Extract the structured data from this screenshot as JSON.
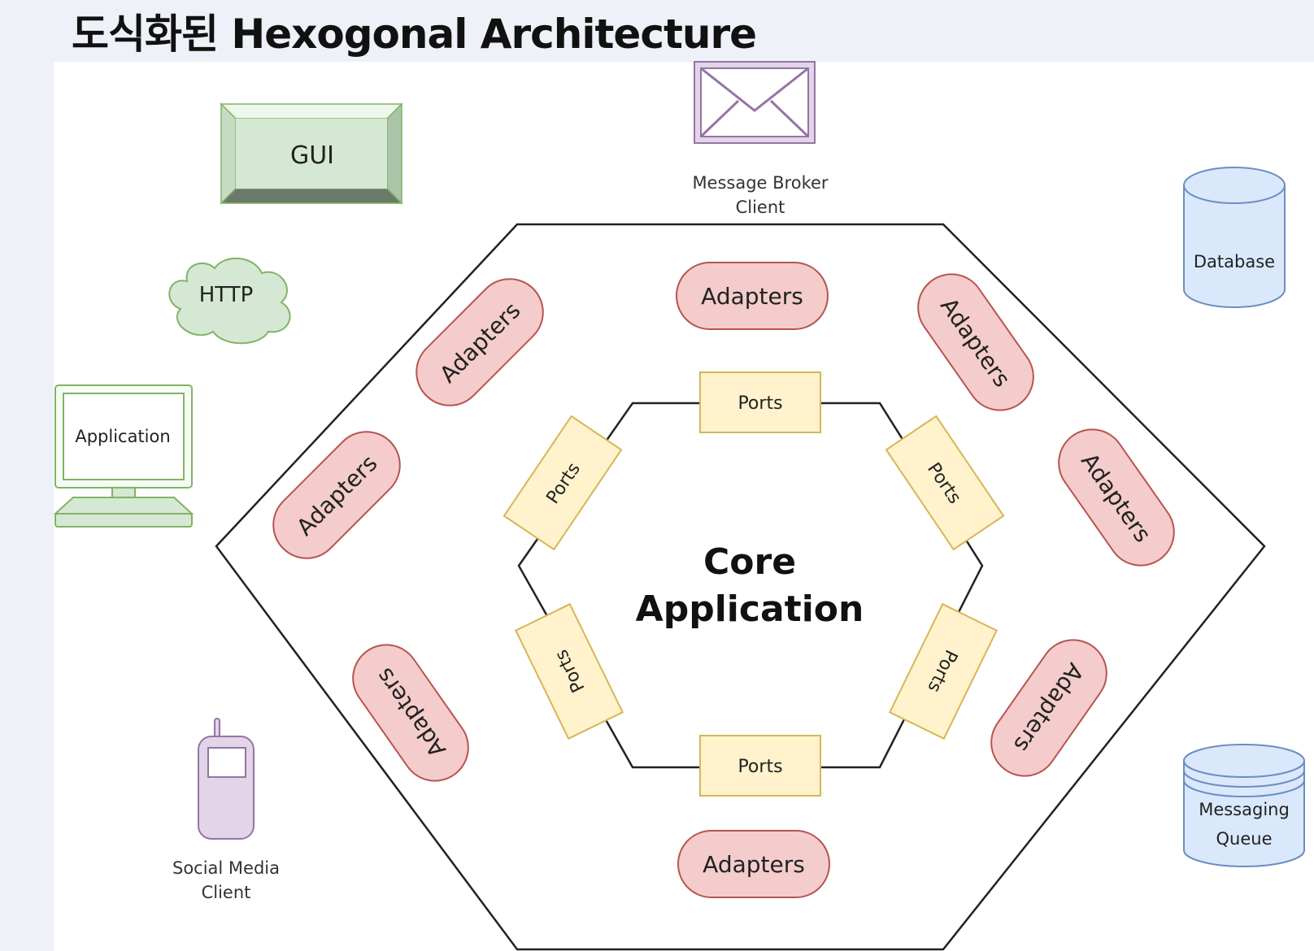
{
  "slide": {
    "title": "도식화된 Hexogonal Architecture"
  },
  "diagram": {
    "core_label_line1": "Core",
    "core_label_line2": "Application",
    "adapter_label": "Adapters",
    "port_label": "Ports",
    "externals": {
      "gui": "GUI",
      "http": "HTTP",
      "application": "Application",
      "social_line1": "Social Media",
      "social_line2": "Client",
      "broker_line1": "Message Broker",
      "broker_line2": "Client",
      "database": "Database",
      "queue_line1": "Messaging",
      "queue_line2": "Queue"
    },
    "colors": {
      "adapter_fill": "#f4cccc",
      "adapter_stroke": "#b85450",
      "port_fill": "#fff2cc",
      "port_stroke": "#d6b656",
      "gui_fill": "#d5e8d4",
      "gui_stroke": "#82b366",
      "purple_fill": "#e1d5e7",
      "purple_stroke": "#9673a6",
      "blue_fill": "#dae8fc",
      "blue_stroke": "#6c8ebf"
    }
  }
}
